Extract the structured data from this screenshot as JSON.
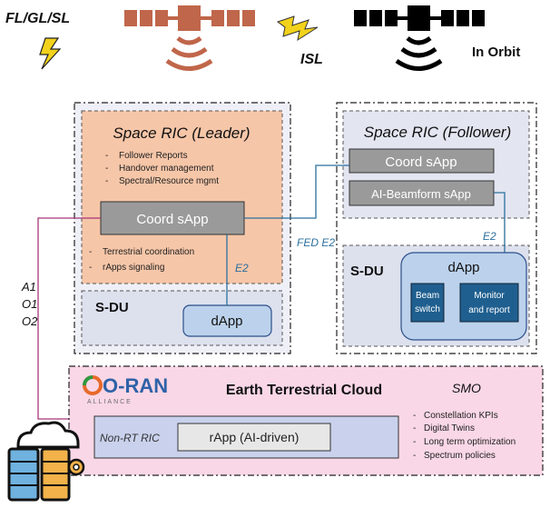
{
  "top": {
    "links_label": "FL/GL/SL",
    "isl_label": "ISL",
    "in_orbit_label": "In Orbit"
  },
  "leader": {
    "title": "Space RIC (Leader)",
    "functions": [
      "Follower Reports",
      "Handover management",
      "Spectral/Resource mgmt"
    ],
    "coord_app": "Coord sApp",
    "functions_lower": [
      "Terrestrial coordination",
      "rApps signaling"
    ],
    "e2_label": "E2",
    "sdu_label": "S-DU",
    "dapp_label": "dApp"
  },
  "follower": {
    "title": "Space RIC (Follower)",
    "coord_app": "Coord sApp",
    "beamform_app": "AI-Beamform sApp",
    "e2_label": "E2",
    "sdu_label": "S-DU",
    "dapp_label": "dApp",
    "beam_switch": [
      "Beam",
      "switch"
    ],
    "monitor_report": [
      "Monitor",
      "and report"
    ]
  },
  "fed_e2_label": "FED E2",
  "a1_label": "A1",
  "o1_label": "O1",
  "o2_label": "O2",
  "cloud": {
    "oran_logo": "O-RAN",
    "oran_alliance": "ALLIANCE",
    "title": "Earth Terrestrial Cloud",
    "smo_label": "SMO",
    "smo_items": [
      "Constellation KPIs",
      "Digital Twins",
      "Long term optimization",
      "Spectrum policies"
    ],
    "non_rt_ric": "Non-RT RIC",
    "rapp_label": "rApp (AI-driven)"
  },
  "colors": {
    "leader_bg": "#f6c6a8",
    "follower_bg": "#e3e6f1",
    "sdu_bg": "#dde1ee",
    "dapp_bg": "#bcd2ec",
    "cloud_bg": "#f9d7e6",
    "nonrt_bg": "#c9d1ec",
    "link_blue": "#2b6f9e",
    "link_magenta": "#a8357a",
    "dark_blue_box": "#1f5f8f"
  },
  "icons": [
    "satellite-icon-left",
    "satellite-icon-right",
    "lightning-icon",
    "datacenter-icon"
  ]
}
